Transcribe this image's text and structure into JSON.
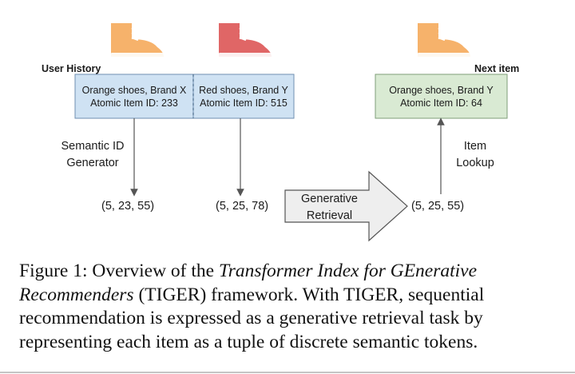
{
  "figure": {
    "user_history_label": "User History",
    "next_item_label": "Next item",
    "history_items": [
      {
        "line1": "Orange shoes, Brand X",
        "line2": "Atomic Item ID: 233"
      },
      {
        "line1": "Red shoes, Brand Y",
        "line2": "Atomic Item ID: 515"
      }
    ],
    "next_item": {
      "line1": "Orange shoes, Brand Y",
      "line2": "Atomic Item ID: 64"
    },
    "semantic_id_generator": {
      "line1": "Semantic ID",
      "line2": "Generator"
    },
    "item_lookup": {
      "line1": "Item",
      "line2": "Lookup"
    },
    "tuples": [
      "(5, 23, 55)",
      "(5, 25, 78)",
      "(5, 25, 55)"
    ],
    "generative_retrieval": {
      "line1": "Generative",
      "line2": "Retrieval"
    },
    "colors": {
      "history_box": "#cfe2f3",
      "next_box": "#d9ead3",
      "orange_shoe": "#f6b26b",
      "red_shoe": "#e06666",
      "arrow_fill": "#eeeeee"
    },
    "icons": [
      "orange-shoe-icon",
      "red-shoe-icon",
      "orange-shoe-icon"
    ]
  },
  "caption": {
    "line1_prefix": "Figure 1:  Overview of the ",
    "line1_italic": "Transformer Index for GEnerative",
    "line2_italic": "Recommenders",
    "line2_rest": " (TIGER) framework. With TIGER, sequential",
    "line3": "recommendation is expressed as a generative retrieval task by",
    "line4": "representing each item as a tuple of discrete semantic tokens."
  }
}
